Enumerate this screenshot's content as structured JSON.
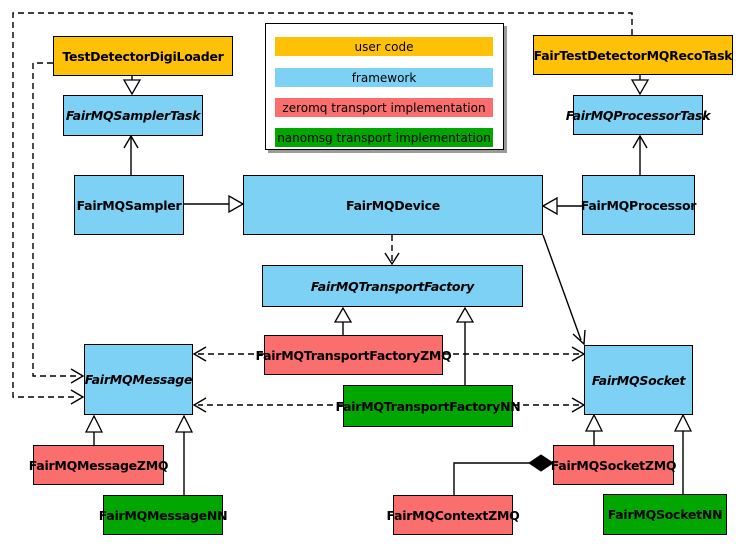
{
  "colors": {
    "background": "#ffffff",
    "user_code": "#ffc107",
    "framework": "#7cd1f5",
    "zeromq": "#fa6e6e",
    "nanomsg": "#01a601",
    "shadow": "#9a9a9a"
  },
  "legend": {
    "items": [
      {
        "label": "user code",
        "color": "#ffc107",
        "category": "user"
      },
      {
        "label": "framework",
        "color": "#7cd1f5",
        "category": "framework"
      },
      {
        "label": "zeromq transport implementation",
        "color": "#fa6e6e",
        "category": "zeromq"
      },
      {
        "label": "nanomsg transport implementation",
        "color": "#01a601",
        "category": "nanomsg"
      }
    ]
  },
  "nodes": [
    {
      "id": "TestDetectorDigiLoader",
      "label": "TestDetectorDigiLoader",
      "category": "user code",
      "abstract": false
    },
    {
      "id": "FairTestDetectorMQRecoTask",
      "label": "FairTestDetectorMQRecoTask",
      "category": "user code",
      "abstract": false
    },
    {
      "id": "FairMQSamplerTask",
      "label": "FairMQSamplerTask",
      "category": "framework",
      "abstract": true
    },
    {
      "id": "FairMQProcessorTask",
      "label": "FairMQProcessorTask",
      "category": "framework",
      "abstract": true
    },
    {
      "id": "FairMQSampler",
      "label": "FairMQSampler",
      "category": "framework",
      "abstract": false
    },
    {
      "id": "FairMQDevice",
      "label": "FairMQDevice",
      "category": "framework",
      "abstract": false
    },
    {
      "id": "FairMQProcessor",
      "label": "FairMQProcessor",
      "category": "framework",
      "abstract": false
    },
    {
      "id": "FairMQTransportFactory",
      "label": "FairMQTransportFactory",
      "category": "framework",
      "abstract": true
    },
    {
      "id": "FairMQTransportFactoryZMQ",
      "label": "FairMQTransportFactoryZMQ",
      "category": "zeromq transport implementation",
      "abstract": false
    },
    {
      "id": "FairMQTransportFactoryNN",
      "label": "FairMQTransportFactoryNN",
      "category": "nanomsg transport implementation",
      "abstract": false
    },
    {
      "id": "FairMQMessage",
      "label": "FairMQMessage",
      "category": "framework",
      "abstract": true
    },
    {
      "id": "FairMQSocket",
      "label": "FairMQSocket",
      "category": "framework",
      "abstract": true
    },
    {
      "id": "FairMQMessageZMQ",
      "label": "FairMQMessageZMQ",
      "category": "zeromq transport implementation",
      "abstract": false
    },
    {
      "id": "FairMQMessageNN",
      "label": "FairMQMessageNN",
      "category": "nanomsg transport implementation",
      "abstract": false
    },
    {
      "id": "FairMQContextZMQ",
      "label": "FairMQContextZMQ",
      "category": "zeromq transport implementation",
      "abstract": false
    },
    {
      "id": "FairMQSocketZMQ",
      "label": "FairMQSocketZMQ",
      "category": "zeromq transport implementation",
      "abstract": false
    },
    {
      "id": "FairMQSocketNN",
      "label": "FairMQSocketNN",
      "category": "nanomsg transport implementation",
      "abstract": false
    }
  ],
  "edges": [
    {
      "from": "TestDetectorDigiLoader",
      "to": "FairMQSamplerTask",
      "type": "inheritance"
    },
    {
      "from": "FairTestDetectorMQRecoTask",
      "to": "FairMQProcessorTask",
      "type": "inheritance"
    },
    {
      "from": "FairMQSampler",
      "to": "FairMQSamplerTask",
      "type": "association"
    },
    {
      "from": "FairMQProcessor",
      "to": "FairMQProcessorTask",
      "type": "association"
    },
    {
      "from": "FairMQSampler",
      "to": "FairMQDevice",
      "type": "inheritance"
    },
    {
      "from": "FairMQProcessor",
      "to": "FairMQDevice",
      "type": "inheritance"
    },
    {
      "from": "FairMQDevice",
      "to": "FairMQTransportFactory",
      "type": "dependency"
    },
    {
      "from": "FairMQDevice",
      "to": "FairMQSocket",
      "type": "association"
    },
    {
      "from": "FairMQTransportFactoryZMQ",
      "to": "FairMQTransportFactory",
      "type": "inheritance"
    },
    {
      "from": "FairMQTransportFactoryNN",
      "to": "FairMQTransportFactory",
      "type": "inheritance"
    },
    {
      "from": "FairMQTransportFactoryZMQ",
      "to": "FairMQMessage",
      "type": "dependency"
    },
    {
      "from": "FairMQTransportFactoryZMQ",
      "to": "FairMQSocket",
      "type": "dependency"
    },
    {
      "from": "FairMQTransportFactoryNN",
      "to": "FairMQMessage",
      "type": "dependency"
    },
    {
      "from": "FairMQTransportFactoryNN",
      "to": "FairMQSocket",
      "type": "dependency"
    },
    {
      "from": "TestDetectorDigiLoader",
      "to": "FairMQMessage",
      "type": "dependency"
    },
    {
      "from": "FairTestDetectorMQRecoTask",
      "to": "FairMQMessage",
      "type": "dependency"
    },
    {
      "from": "FairMQMessageZMQ",
      "to": "FairMQMessage",
      "type": "inheritance"
    },
    {
      "from": "FairMQMessageNN",
      "to": "FairMQMessage",
      "type": "inheritance"
    },
    {
      "from": "FairMQSocketZMQ",
      "to": "FairMQSocket",
      "type": "inheritance"
    },
    {
      "from": "FairMQSocketNN",
      "to": "FairMQSocket",
      "type": "inheritance"
    },
    {
      "from": "FairMQSocketZMQ",
      "to": "FairMQContextZMQ",
      "type": "composition"
    }
  ]
}
